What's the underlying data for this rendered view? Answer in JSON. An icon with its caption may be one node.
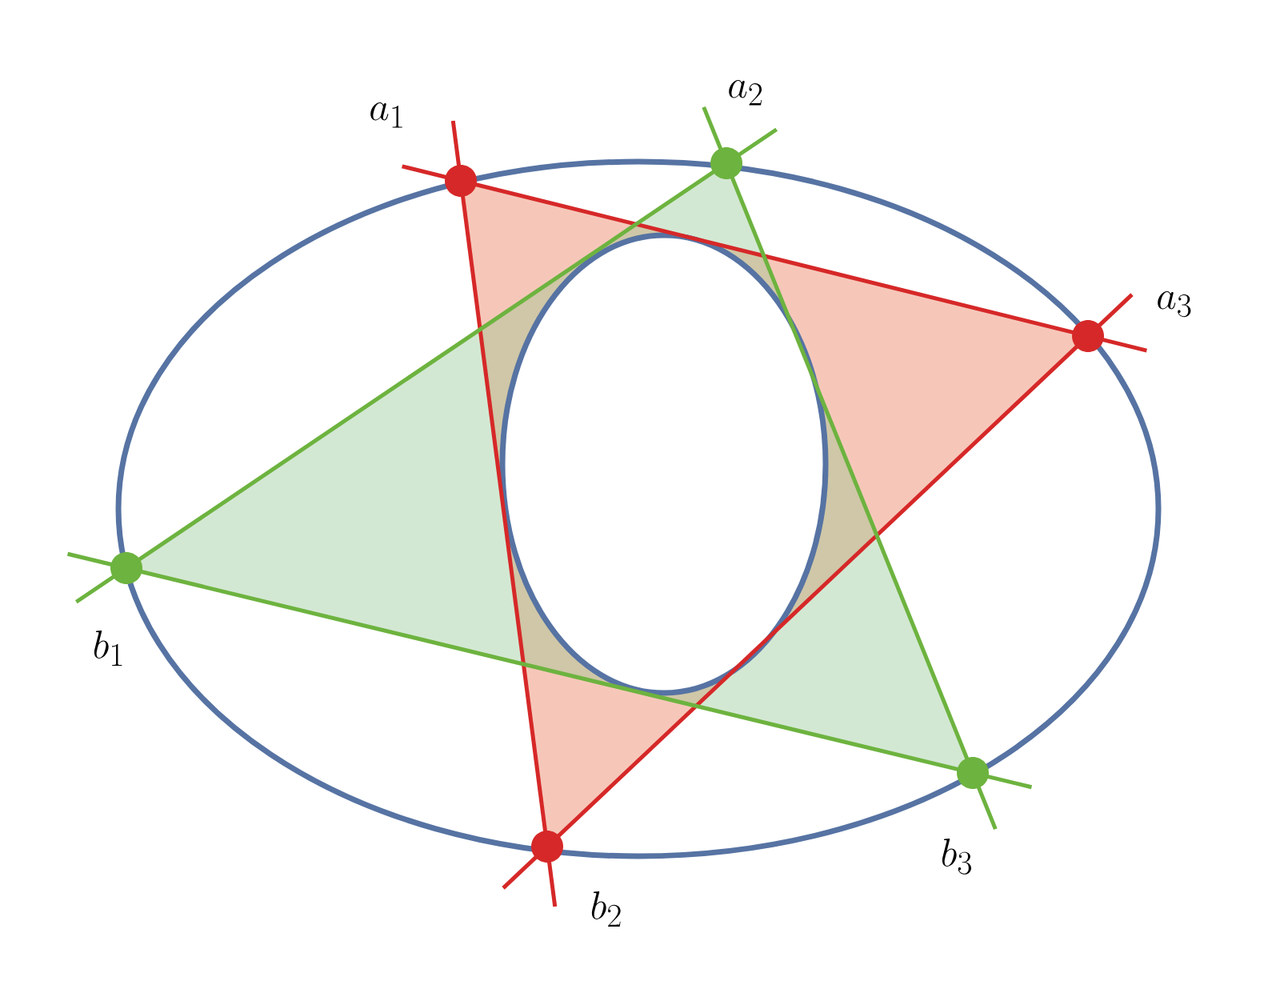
{
  "diagram": {
    "nodes": [
      {
        "text": [],
        "shape": "circle",
        "beside": [
          "a_1"
        ]
      },
      {
        "text": [],
        "shape": "circle",
        "beside": [
          "a_2"
        ]
      },
      {
        "text": [],
        "shape": "circle",
        "beside": [
          "a_3"
        ]
      },
      {
        "text": [],
        "shape": "circle",
        "beside": [
          "b_1"
        ]
      },
      {
        "text": [],
        "shape": "circle",
        "beside": [
          "b_2"
        ]
      },
      {
        "text": [],
        "shape": "circle",
        "beside": [
          "b_3"
        ]
      }
    ],
    "edges": [
      {
        "from": 0,
        "to": 2,
        "arrow": "none",
        "color": "#d62828"
      },
      {
        "from": 0,
        "to": 4,
        "arrow": "none",
        "color": "#d62828"
      },
      {
        "from": 2,
        "to": 4,
        "arrow": "none",
        "color": "#d62828"
      },
      {
        "from": 1,
        "to": 3,
        "arrow": "none",
        "color": "#6db33f"
      },
      {
        "from": 3,
        "to": 5,
        "arrow": "none",
        "color": "#6db33f"
      },
      {
        "from": 1,
        "to": 5,
        "arrow": "none",
        "color": "#6db33f"
      }
    ]
  }
}
